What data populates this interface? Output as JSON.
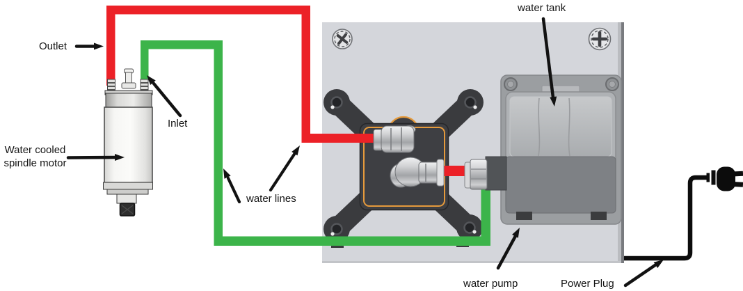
{
  "labels": {
    "outlet": "Outlet",
    "inlet": "Inlet",
    "spindle_motor": {
      "line1": "Water cooled",
      "line2": "spindle motor"
    },
    "water_lines": "water lines",
    "water_tank": "water tank",
    "water_pump": "water pump",
    "power_plug": "Power Plug"
  },
  "colors": {
    "outlet_line": "#EC2127",
    "inlet_line": "#3CB44A",
    "panel": "#D4D6DB",
    "block_accent": "#E59A3C",
    "cord": "#0C0C0C",
    "annotation": "#121212"
  }
}
